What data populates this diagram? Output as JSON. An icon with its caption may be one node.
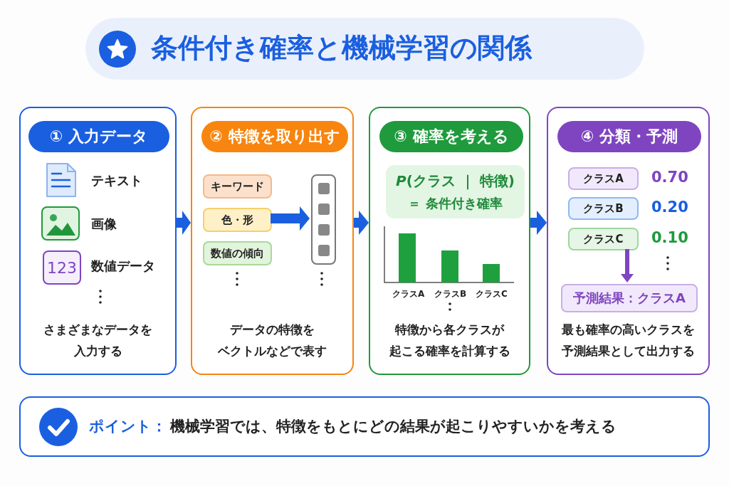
{
  "diagram": {
    "title": "条件付き確率と機械学習の関係",
    "nodes": [
      {
        "text": [
          "さまざまなデータを入力する"
        ]
      },
      {
        "text": [
          "① 入力データ"
        ],
        "in": 0
      },
      {
        "text": [
          "123"
        ],
        "in": 0,
        "beside": [
          "数値データ"
        ]
      },
      {
        "text": [
          "データの特徴をベクトルなどで表す"
        ]
      },
      {
        "text": [
          "② 特徴を取り出す"
        ],
        "in": 3
      },
      {
        "text": [
          "キーワード"
        ],
        "in": 3
      },
      {
        "text": [
          "色・形"
        ],
        "in": 3
      },
      {
        "text": [
          "数値の傾向"
        ],
        "in": 3
      },
      {
        "text": [],
        "shape": "box",
        "in": 3
      },
      {
        "text": [
          "特徴から各クラスが起こる確率を計算する"
        ]
      },
      {
        "text": [
          "③ 確率を考える"
        ],
        "in": 9
      },
      {
        "text": [
          "*P*(クラス ｜ 特徴)",
          "＝ 条件付き確率"
        ],
        "in": 9
      },
      {
        "text": [
          "最も確率の高いクラスを予測結果として出力する"
        ]
      },
      {
        "text": [
          "④ 分類・予測"
        ],
        "in": 12
      },
      {
        "text": [
          "クラスA"
        ],
        "in": 12,
        "beside": [
          "0.70"
        ]
      },
      {
        "text": [
          "クラスB"
        ],
        "in": 12,
        "beside": [
          "0.20"
        ]
      },
      {
        "text": [
          "クラスC"
        ],
        "in": 12,
        "beside": [
          "0.10"
        ]
      },
      {
        "text": [
          "予測結果：クラスA"
        ],
        "in": 12
      },
      {
        "text": [
          "ポイント：",
          "機械学習では、特徴をもとにどの結果が起こりやすいかを考える"
        ]
      }
    ],
    "edges": [
      {
        "from": 0,
        "to": 3,
        "arrow": "to"
      },
      {
        "from": 3,
        "to": 9,
        "arrow": "to"
      },
      {
        "from": 9,
        "to": 12,
        "arrow": "to"
      },
      {
        "from": 6,
        "to": 8,
        "arrow": "to"
      },
      {
        "from": 16,
        "to": 17,
        "arrow": "to",
        "color": "#7f45c0"
      }
    ],
    "labels": [
      "テキスト",
      "画像",
      "クラスA",
      "クラスB",
      "クラスC"
    ]
  }
}
